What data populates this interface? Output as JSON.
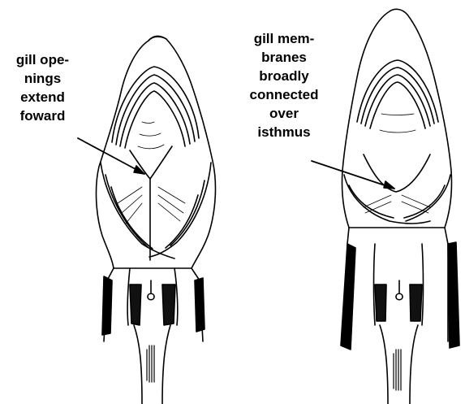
{
  "figure": {
    "left_label_lines": [
      "gill ope-",
      "nings",
      "extend",
      "foward"
    ],
    "right_label_lines": [
      "gill mem-",
      "branes",
      "broadly",
      "connected",
      "over",
      "isthmus"
    ]
  }
}
